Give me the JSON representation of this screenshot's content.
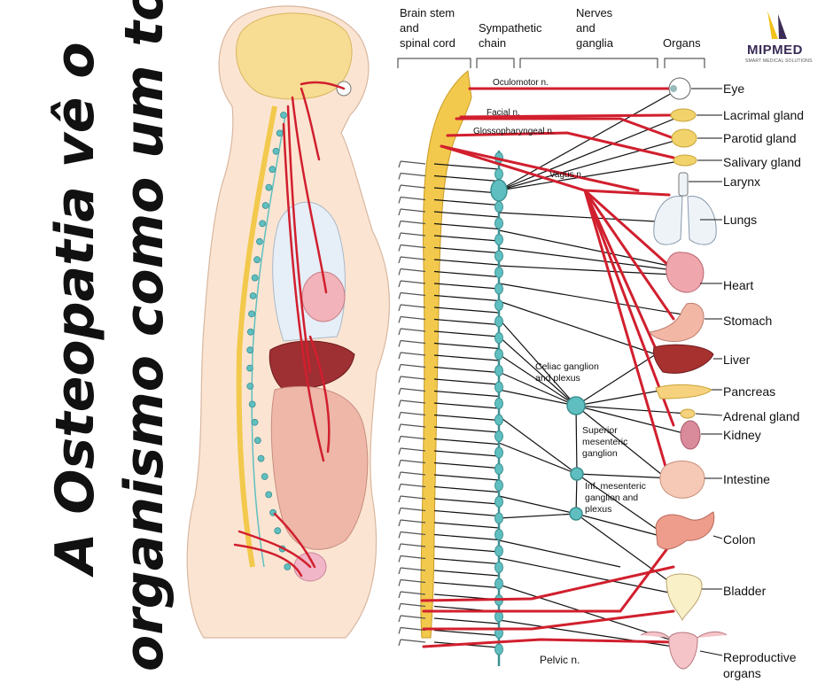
{
  "title": {
    "line1": "A Osteopatia vê o",
    "line2": "organismo como um todo"
  },
  "logo": {
    "name": "MIPMED",
    "tagline": "SMART MEDICAL SOLUTIONS",
    "icon": "mipmed-logo-icon"
  },
  "columns": {
    "brainstem": [
      "Brain stem",
      "and",
      "spinal cord"
    ],
    "sympathetic": [
      "Sympathetic",
      "chain"
    ],
    "nerves": [
      "Nerves",
      "and",
      "ganglia"
    ],
    "organs": [
      "Organs"
    ]
  },
  "nerves": {
    "oculomotor": "Oculomotor n.",
    "facial": "Facial n.",
    "glossopharyngeal": "Glossopharyngeal n.",
    "vagus": "Vagus n.",
    "pelvic": "Pelvic n."
  },
  "ganglia": {
    "celiac": [
      "Celiac ganglion",
      "and plexus"
    ],
    "superior": [
      "Superior",
      "mesenteric",
      "ganglion"
    ],
    "inferior": [
      "Inf. mesenteric",
      "ganglion and",
      "plexus"
    ]
  },
  "organs": [
    "Eye",
    "Lacrimal gland",
    "Parotid gland",
    "Salivary gland",
    "Larynx",
    "Lungs",
    "Heart",
    "Stomach",
    "Liver",
    "Pancreas",
    "Adrenal gland",
    "Kidney",
    "Intestine",
    "Colon",
    "Bladder",
    "Reproductive",
    "organs"
  ],
  "colors": {
    "nerve_red": "#d11f2e",
    "spine_yellow": "#f2c94c",
    "ganglion_teal": "#5fbfc0",
    "skin": "#fbe5d2",
    "brain": "#f7dc93"
  }
}
